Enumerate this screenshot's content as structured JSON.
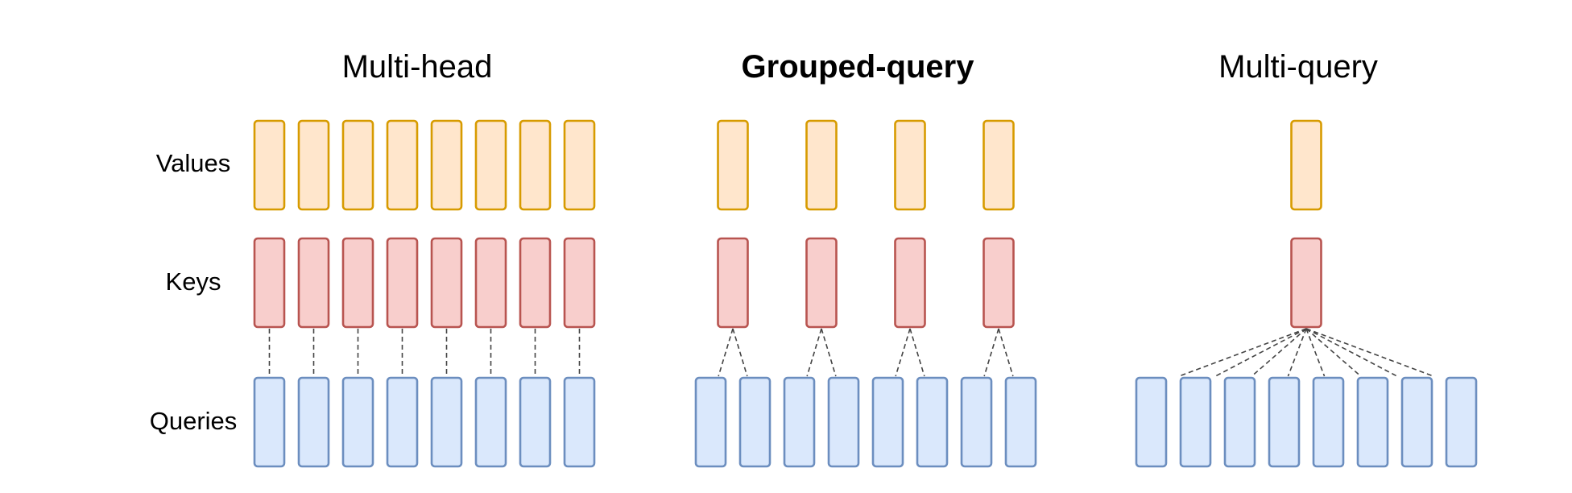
{
  "row_labels": {
    "values": "Values",
    "keys": "Keys",
    "queries": "Queries"
  },
  "panels": [
    {
      "title": "Multi-head",
      "bold": false,
      "value_heads": 8,
      "key_heads": 8,
      "query_heads": 8,
      "queries_per_key": 1
    },
    {
      "title": "Grouped-query",
      "bold": true,
      "value_heads": 4,
      "key_heads": 4,
      "query_heads": 8,
      "queries_per_key": 2
    },
    {
      "title": "Multi-query",
      "bold": false,
      "value_heads": 1,
      "key_heads": 1,
      "query_heads": 8,
      "queries_per_key": 8
    }
  ],
  "colors": {
    "values_fill": "#ffe6cc",
    "values_stroke": "#d79b00",
    "keys_fill": "#f8cecc",
    "keys_stroke": "#b85450",
    "queries_fill": "#dae8fc",
    "queries_stroke": "#6c8ebf",
    "link": "#444444"
  }
}
